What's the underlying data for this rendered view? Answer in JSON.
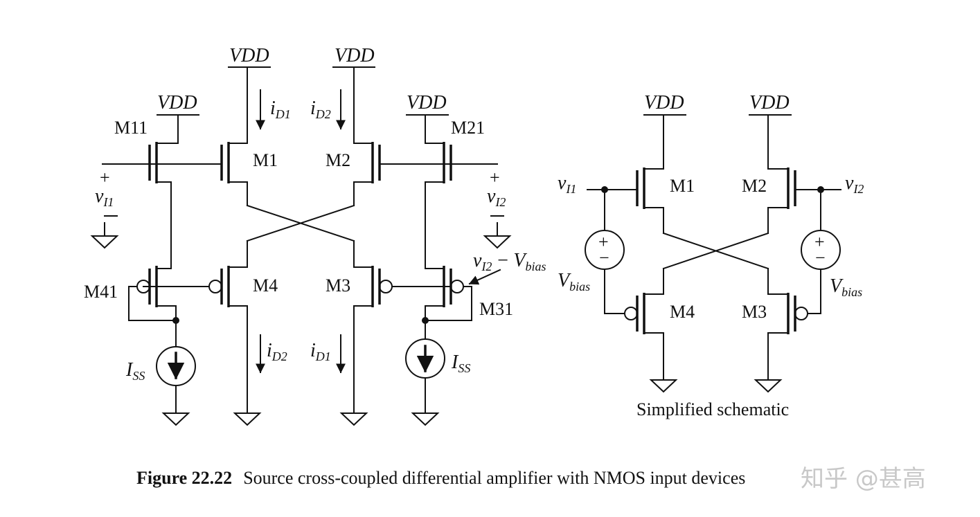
{
  "left": {
    "supplies": [
      "VDD",
      "VDD",
      "VDD",
      "VDD"
    ],
    "transistors": [
      "M11",
      "M1",
      "M2",
      "M21",
      "M41",
      "M4",
      "M3",
      "M31"
    ],
    "currents": [
      {
        "sym": "i",
        "sub": "D1"
      },
      {
        "sym": "i",
        "sub": "D2"
      },
      {
        "sym": "i",
        "sub": "D2"
      },
      {
        "sym": "i",
        "sub": "D1"
      }
    ],
    "v1": {
      "sym": "v",
      "sub": "I1",
      "plus": "+",
      "minus": "−"
    },
    "v2": {
      "sym": "v",
      "sub": "I2",
      "plus": "+",
      "minus": "−"
    },
    "annotation": {
      "sym1": "v",
      "sub1": "I2",
      "op": "−",
      "sym2": "V",
      "sub2": "bias"
    },
    "iss": {
      "sym": "I",
      "sub": "SS"
    }
  },
  "right": {
    "supplies": [
      "VDD",
      "VDD"
    ],
    "transistors": [
      "M1",
      "M2",
      "M4",
      "M3"
    ],
    "v1": {
      "sym": "v",
      "sub": "I1"
    },
    "v2": {
      "sym": "v",
      "sub": "I2"
    },
    "vbias": {
      "sym": "V",
      "sub": "bias"
    },
    "title": "Simplified schematic"
  },
  "caption": {
    "label": "Figure 22.22",
    "text": "Source cross-coupled differential amplifier with NMOS input devices"
  },
  "watermark": "知乎 @甚高"
}
